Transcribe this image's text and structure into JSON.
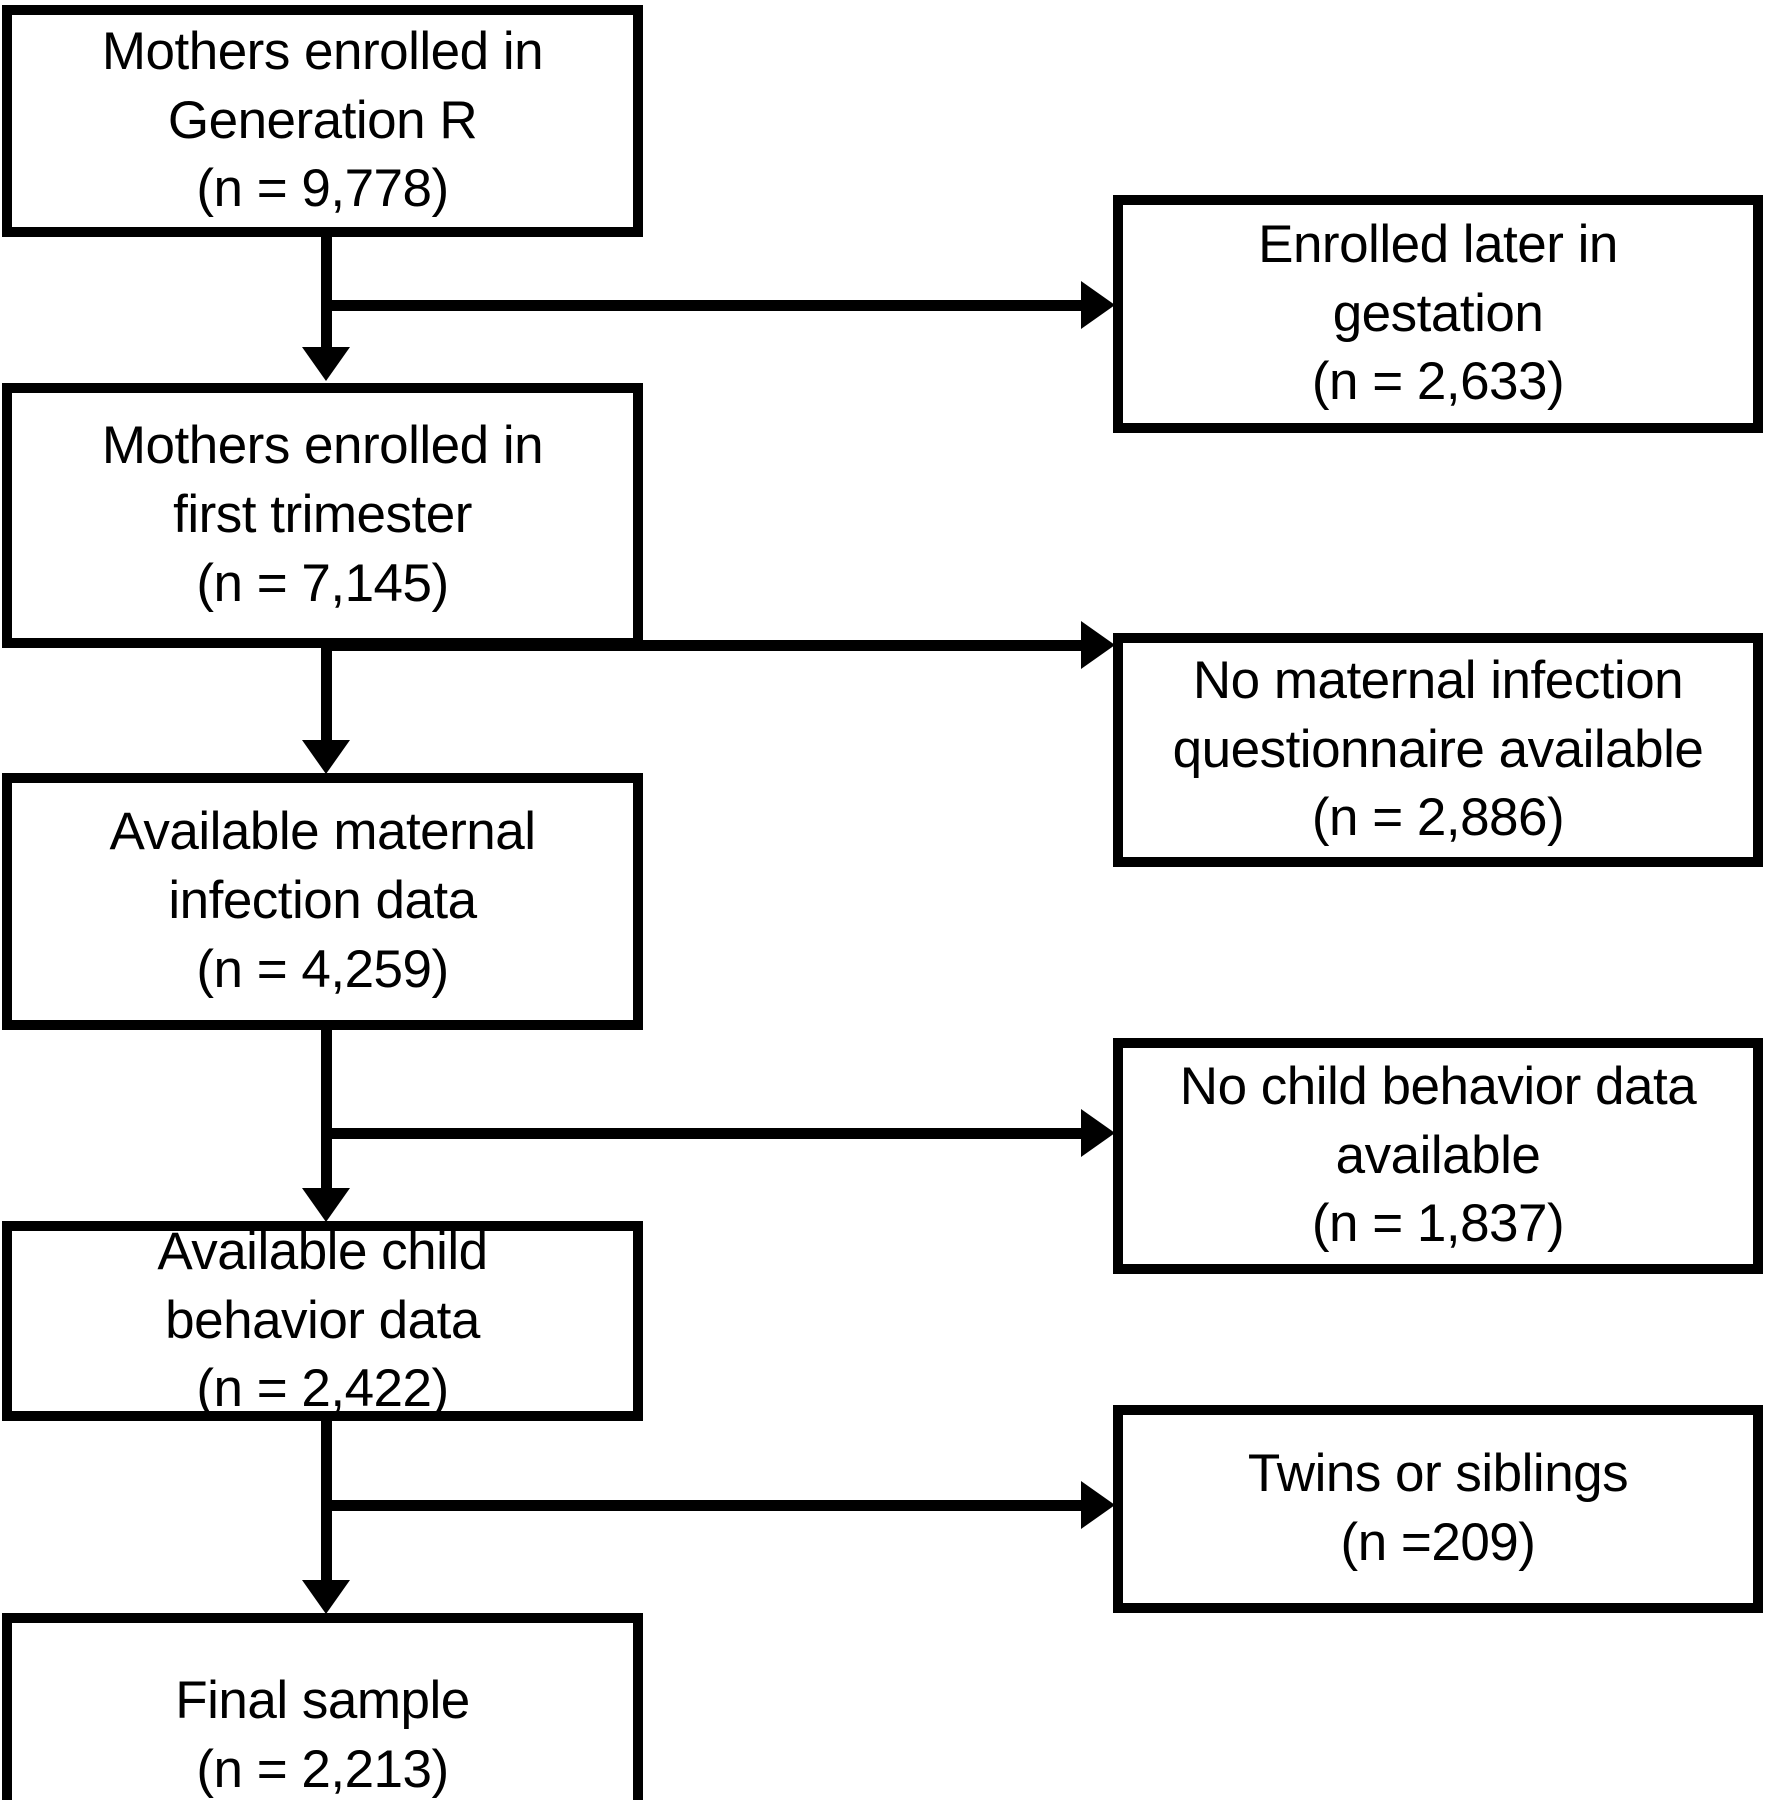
{
  "diagram": {
    "type": "flowchart",
    "title": "Participant flow diagram",
    "orientation": "top-to-bottom with right-side exclusion branches",
    "colors": {
      "box_border": "#000000",
      "box_fill": "#ffffff",
      "connector": "#000000",
      "text": "#000000"
    },
    "main_nodes": [
      {
        "id": "enrolled-generation-r",
        "line1": "Mothers enrolled in",
        "line2": "Generation R",
        "line3": "(n = 9,778)",
        "n": 9778
      },
      {
        "id": "enrolled-first-trimester",
        "line1": "Mothers enrolled in",
        "line2": "first trimester",
        "line3": "(n = 7,145)",
        "n": 7145
      },
      {
        "id": "available-maternal-infection-data",
        "line1": "Available maternal",
        "line2": "infection data",
        "line3": "(n = 4,259)",
        "n": 4259
      },
      {
        "id": "available-child-behavior-data",
        "line1": "Available child",
        "line2": "behavior data",
        "line3": "(n = 2,422)",
        "n": 2422
      },
      {
        "id": "final-sample",
        "line1": "Final sample",
        "line2": "(n = 2,213)",
        "line3": "",
        "n": 2213
      }
    ],
    "exclusion_nodes": [
      {
        "id": "enrolled-later-in-gestation",
        "line1": "Enrolled later in",
        "line2": "gestation",
        "line3": "(n = 2,633)",
        "n": 2633
      },
      {
        "id": "no-maternal-infection-questionnaire",
        "line1": "No maternal infection",
        "line2": "questionnaire available",
        "line3": "(n = 2,886)",
        "n": 2886
      },
      {
        "id": "no-child-behavior-data",
        "line1": "No child behavior data",
        "line2": "available",
        "line3": "(n = 1,837)",
        "n": 1837
      },
      {
        "id": "twins-or-siblings",
        "line1": "Twins or siblings",
        "line2": "(n =209)",
        "line3": "",
        "n": 209
      }
    ]
  }
}
